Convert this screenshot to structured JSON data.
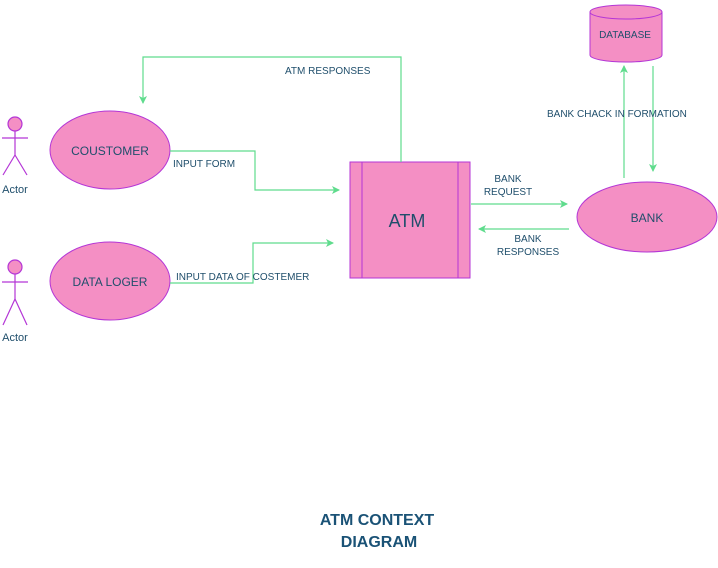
{
  "title": {
    "line1": "ATM CONTEXT",
    "line2": "DIAGRAM"
  },
  "colors": {
    "node_fill": "#f48fc4",
    "node_stroke": "#b436d6",
    "flow": "#5fdc8d",
    "text": "#1f4e6b",
    "title": "#1a5276"
  },
  "actors": [
    {
      "id": "actor-customer",
      "label": "Actor"
    },
    {
      "id": "actor-data-loger",
      "label": "Actor"
    }
  ],
  "nodes": {
    "customer": "COUSTOMER",
    "data_loger": "DATA LOGER",
    "atm": "ATM",
    "bank": "BANK",
    "database": "DATABASE"
  },
  "flows": {
    "atm_responses": "ATM RESPONSES",
    "input_form": "INPUT FORM",
    "input_data": "INPUT DATA OF COSTEMER",
    "bank_request": [
      "BANK",
      "REQUEST"
    ],
    "bank_responses": [
      "BANK",
      "RESPONSES"
    ],
    "bank_check": "BANK CHACK IN FORMATION"
  }
}
